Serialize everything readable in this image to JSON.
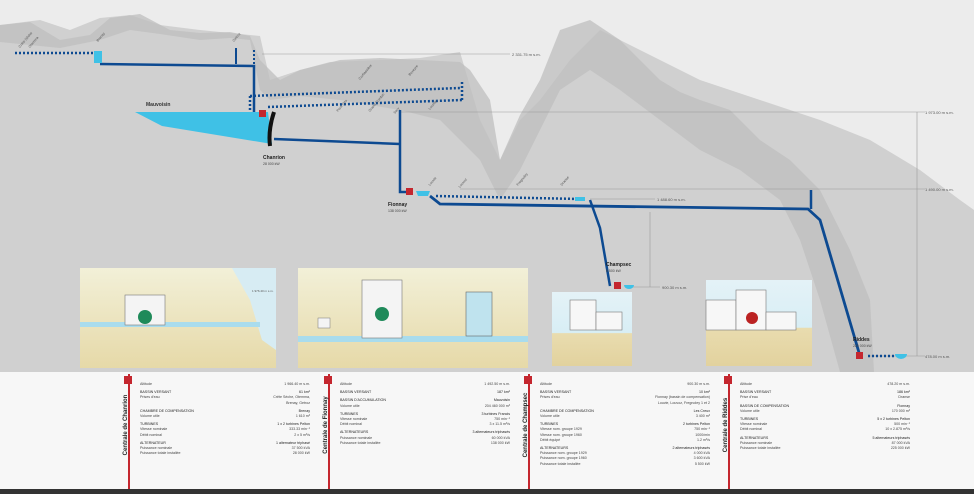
{
  "stations": {
    "mauvoisin": "Mauvoisin",
    "chanrion": {
      "name": "Chanrion",
      "power": "28 000 kW"
    },
    "fionnay": {
      "name": "Fionnay",
      "power": "138 000 kW"
    },
    "champsec": {
      "name": "Champsec",
      "power": "5 500 kW"
    },
    "riddes": {
      "name": "Riddes",
      "power": "225 000 kW"
    }
  },
  "elevations": {
    "top": "2 331.75 m s.m.",
    "e1973": "1 973.00 m s.m.",
    "e1490": "1 490.00 m s.m.",
    "e1488": "1 488.60 m s.m.",
    "e900": "900.30 m s.m.",
    "e478": "478.00 m s.m.",
    "scene": "1 976.40 m s.m."
  },
  "intakes": [
    "Crête Sèche",
    "Otemma",
    "Brenay",
    "Getroz",
    "Corbassière",
    "Boveyre",
    "Pont Otto",
    "Grand Combin",
    "Sery",
    "Lourtier",
    "Louvie",
    "Louvoz",
    "Fregnoley",
    "Dranse"
  ],
  "colors": {
    "pipe": "#0d4a91",
    "water": "#3fc1e6",
    "station": "#c4262e",
    "mountain": "#bdbdbd"
  },
  "panels": [
    {
      "title": "Centrale de Chanrion",
      "rows": [
        [
          "Altitude",
          "1 966.40 m s.m."
        ],
        [
          "BASSIN VERSANT",
          "61 km²",
          "h"
        ],
        [
          "Prises d'eau",
          "Crête Sèche, Otemma,"
        ],
        [
          "",
          "Brenay, Getroz"
        ],
        [
          "CHAMBRE DE COMPENSATION",
          "Brenay",
          "h"
        ],
        [
          "Volume utile",
          "1 610 m³"
        ],
        [
          "TURBINES",
          "1 x 2 turbines Pelton",
          "h"
        ],
        [
          "Vitesse nominale",
          "333.33 min⁻¹"
        ],
        [
          "Débit nominal",
          "2 x 5 m³/s"
        ],
        [
          "ALTERNATEUR",
          "1 alternateur triphasé",
          "h"
        ],
        [
          "Puissance nominale",
          "37 500 kVA"
        ],
        [
          "Puissance totale installée",
          "28 000 kW"
        ]
      ]
    },
    {
      "title": "Centrale de Fionnay",
      "rows": [
        [
          "Altitude",
          "1 492.50 m s.m."
        ],
        [
          "BASSIN VERSANT",
          "187 km²",
          "h"
        ],
        [
          "BASSIN D'ACCUMULATION",
          "Mauvoisin",
          "h"
        ],
        [
          "Volume utile",
          "204 460 000 m³"
        ],
        [
          "TURBINES",
          "3 turbines Francis",
          "h"
        ],
        [
          "Vitesse nominale",
          "750 min⁻¹"
        ],
        [
          "Débit nominal",
          "3 x 11.5 m³/s"
        ],
        [
          "ALTERNATEURS",
          "3 alternateurs triphasés",
          "h"
        ],
        [
          "Puissance nominale",
          "60 000 kVA"
        ],
        [
          "Puissance totale installée",
          "138 000 kW"
        ]
      ]
    },
    {
      "title": "Centrale de Champsec",
      "rows": [
        [
          "Altitude",
          "900.30 m s.m."
        ],
        [
          "BASSIN VERSANT",
          "10 km²",
          "h"
        ],
        [
          "Prises d'eau",
          "Fionnay (bassin de compensation)"
        ],
        [
          "",
          "Louvie, Louvoz, Fregnoley 1 et 2"
        ],
        [
          "CHAMBRE DE COMPENSATION",
          "Les Creux",
          "h"
        ],
        [
          "Volume utile",
          "3 400 m³"
        ],
        [
          "TURBINES",
          "2 turbines Pelton",
          "h"
        ],
        [
          "Vitesse nom. groupe 1929",
          "750 min⁻¹"
        ],
        [
          "Vitesse nom. groupe 1960",
          "1000/min"
        ],
        [
          "Débit équipé",
          "1.2 m³/s"
        ],
        [
          "ALTERNATEURS",
          "2 alternateurs triphasés",
          "h"
        ],
        [
          "Puissance nom. groupe 1929",
          "4 000 kVA"
        ],
        [
          "Puissance nom. groupe 1960",
          "3 600 kVA"
        ],
        [
          "Puissance totale installée",
          "5 500 kW"
        ]
      ]
    },
    {
      "title": "Centrale de Riddes",
      "rows": [
        [
          "Altitude",
          "478.20 m s.m."
        ],
        [
          "BASSIN VERSANT",
          "186 km²",
          "h"
        ],
        [
          "Prise d'eau",
          "Dranse"
        ],
        [
          "BASSIN DE COMPENSATION",
          "Fionnay",
          "h"
        ],
        [
          "Volume utile",
          "170 000 m³"
        ],
        [
          "TURBINES",
          "5 x 2 turbines Pelton",
          "h"
        ],
        [
          "Vitesse nominale",
          "500 min⁻¹"
        ],
        [
          "Débit nominal",
          "10 x 2.875 m³/s"
        ],
        [
          "ALTERNATEURS",
          "5 alternateurs triphasés",
          "h"
        ],
        [
          "Puissance nominale",
          "87 000 kVA"
        ],
        [
          "Puissance totale installée",
          "225 000 kW"
        ]
      ]
    }
  ]
}
